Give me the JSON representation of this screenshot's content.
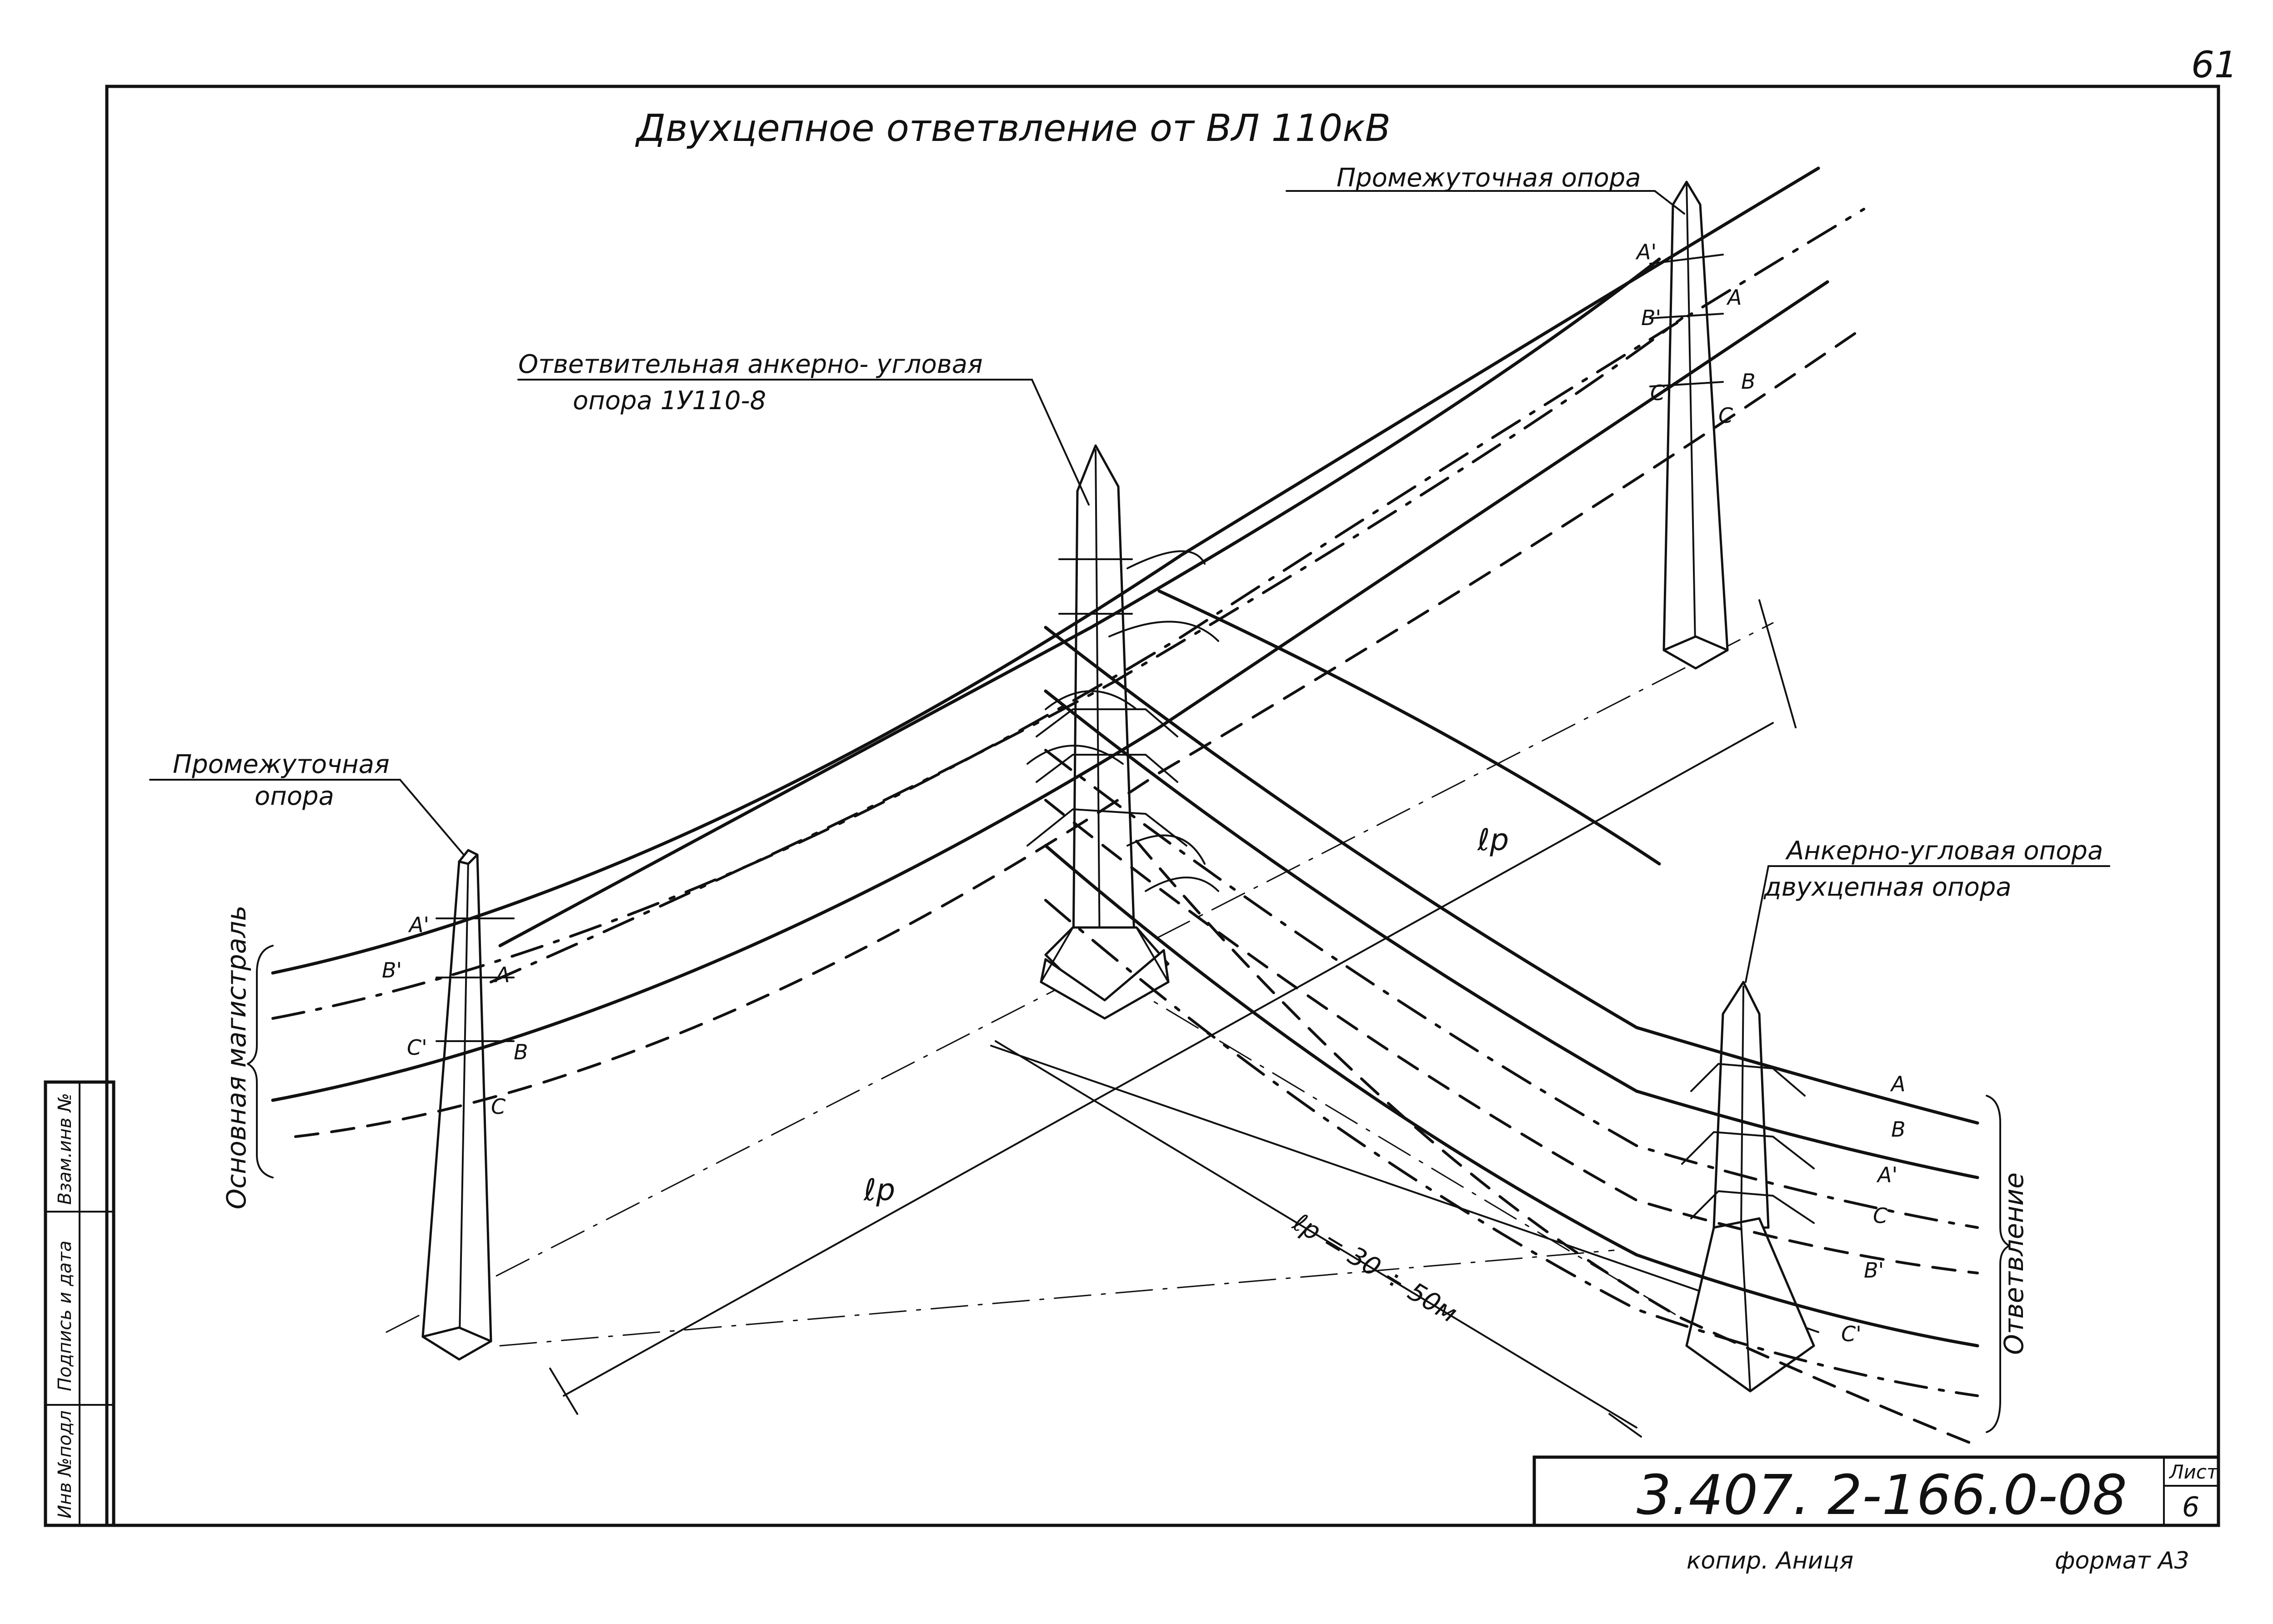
{
  "sheet": {
    "page_number": "61",
    "title": "Двухцепное ответвление от ВЛ 110кВ",
    "doc_code": "3.407. 2-166.0-08",
    "sheet_label": "Лист",
    "sheet_number": "6",
    "copier_note": "копир. Аниця",
    "format_note": "формат А3",
    "side_stamp": {
      "inv_podl": "Инв №подл",
      "signature_date": "Подпись и дата",
      "vzam_inv": "Взам.инв №"
    }
  },
  "labels": {
    "intermediate_support_top": "Промежуточная опора",
    "branch_anchor_support_line1": "Ответвительная анкерно- угловая",
    "branch_anchor_support_line2": "опора 1У110-8",
    "intermediate_support_left_line1": "Промежуточная",
    "intermediate_support_left_line2": "опора",
    "anchor_double_line1": "Анкерно-угловая опора",
    "anchor_double_line2": "двухцепная опора",
    "main_line": "Основная магистраль",
    "branch": "Ответвление",
    "span_lp_1": "ℓр",
    "span_lp_2": "ℓр",
    "span_lp_range": "ℓр = 30 ÷ 50м"
  },
  "phases": {
    "top_tower": [
      "А'",
      "В'",
      "А",
      "С'",
      "В",
      "С"
    ],
    "left_tower": [
      "А'",
      "В'",
      "А",
      "С'",
      "В",
      "С"
    ],
    "right_tower": [
      "А",
      "В",
      "А'",
      "С",
      "В'",
      "С'"
    ]
  }
}
